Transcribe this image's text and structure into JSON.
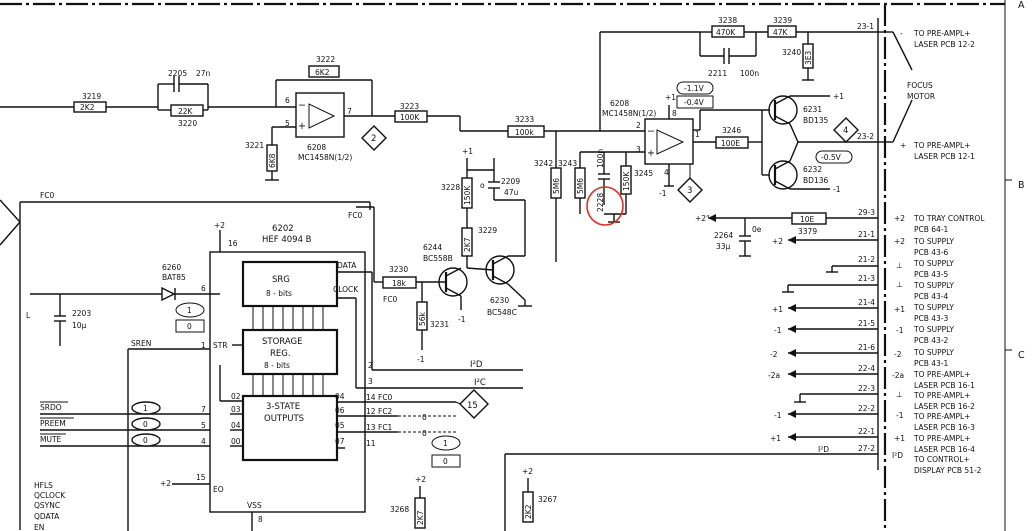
{
  "frame": {
    "right_border_letters": [
      "A",
      "B",
      "C"
    ]
  },
  "resistors": [
    {
      "id": "r3219",
      "ref": "3219",
      "value": "2K2"
    },
    {
      "id": "r3220",
      "ref": "3220",
      "value": "22K"
    },
    {
      "id": "r3222",
      "ref": "3222",
      "value": "6K2"
    },
    {
      "id": "r3221",
      "ref": "3221",
      "value": "6K8"
    },
    {
      "id": "r3223",
      "ref": "3223",
      "value": "100K"
    },
    {
      "id": "r3233",
      "ref": "3233",
      "value": "100k"
    },
    {
      "id": "r3238",
      "ref": "3238",
      "value": "470K"
    },
    {
      "id": "r3239",
      "ref": "3239",
      "value": "47K"
    },
    {
      "id": "r3240",
      "ref": "3240",
      "value": "3E3"
    },
    {
      "id": "r3246",
      "ref": "3246",
      "value": "100E"
    },
    {
      "id": "r3242",
      "ref": "3242",
      "value": "5M6"
    },
    {
      "id": "r3243",
      "ref": "3243",
      "value": "5M6"
    },
    {
      "id": "r3245",
      "ref": "3245",
      "value": "150K"
    },
    {
      "id": "r3228",
      "ref": "3228",
      "value": "150K"
    },
    {
      "id": "r3229",
      "ref": "3229",
      "value": "2K7"
    },
    {
      "id": "r3230",
      "ref": "3230",
      "value": "18k"
    },
    {
      "id": "r3231",
      "ref": "3231",
      "value": "56k"
    },
    {
      "id": "r3379",
      "ref": "3379",
      "value": "10E"
    },
    {
      "id": "r3268",
      "ref": "3268",
      "value": "2K7"
    },
    {
      "id": "r3267",
      "ref": "3267",
      "value": "2K2"
    }
  ],
  "capacitors": [
    {
      "id": "c2205",
      "ref": "2205",
      "value": "27n"
    },
    {
      "id": "c2211",
      "ref": "2211",
      "value": "100n"
    },
    {
      "id": "c2209",
      "ref": "2209",
      "value": "47u"
    },
    {
      "id": "c2228",
      "ref": "2228",
      "value": "100n"
    },
    {
      "id": "c2264",
      "ref": "2264",
      "value": "33µ"
    },
    {
      "id": "c2203",
      "ref": "2203",
      "value": "10µ"
    }
  ],
  "opamps": [
    {
      "id": "u6208a",
      "ref": "6208",
      "part": "MC1458N(1/2)",
      "pin_plus": "5",
      "pin_minus": "6",
      "pin_out": "7"
    },
    {
      "id": "u6208b",
      "ref": "6208",
      "part": "MC1458N(1/2)",
      "pin_plus": "3",
      "pin_minus": "2",
      "pin_out": "1",
      "pin_vp": "8",
      "pin_vn": "4",
      "supply_pos": "+1",
      "supply_neg": "-1"
    }
  ],
  "transistors": [
    {
      "id": "q6231",
      "ref": "6231",
      "part": "BD135",
      "supply": "+1"
    },
    {
      "id": "q6232",
      "ref": "6232",
      "part": "BD136",
      "supply": "-1"
    },
    {
      "id": "q6244",
      "ref": "6244",
      "part": "BC558B"
    },
    {
      "id": "q6230",
      "ref": "6230",
      "part": "BC548C"
    }
  ],
  "diode": {
    "ref": "6260",
    "part": "BAT85"
  },
  "ic6202": {
    "ref": "6202",
    "part": "HEF 4094 B",
    "supply": "+2",
    "supply_pin": "16",
    "srg_title": "SRG",
    "srg_sub": "8 - bits",
    "storage_title": "STORAGE",
    "storage_title2": "REG.",
    "storage_sub": "8 - bits",
    "outputs_title": "3-STATE",
    "outputs_title2": "OUTPUTS",
    "pin_data": "DATA",
    "pin_clock": "CLOCK",
    "pin_str": "STR",
    "pin_eo": "EO",
    "pin_vss": "VSS",
    "pin_num_str": "1",
    "pin_num_eo": "15",
    "pin_num_vss": "8",
    "pin_num_data": "2",
    "pin_num_clock": "3",
    "pin_num_6": "6",
    "left_outputs": [
      {
        "port": "02",
        "pin": ""
      },
      {
        "port": "03",
        "pin": "7"
      },
      {
        "port": "04",
        "pin": "5"
      },
      {
        "port": "00",
        "pin": "4"
      }
    ],
    "right_outputs": [
      {
        "port": "04",
        "pin": "14",
        "net": "FC0"
      },
      {
        "port": "06",
        "pin": "12",
        "net": "FC2"
      },
      {
        "port": "05",
        "pin": "13",
        "net": "FC1"
      },
      {
        "port": "07",
        "pin": "11",
        "net": ""
      }
    ]
  },
  "signals_left": {
    "fc0": "FC0",
    "sren": "SREN",
    "srdo": "SRDO",
    "preem": "PREEM",
    "mute": "MUTE",
    "bus": [
      "HFLS",
      "QCLOCK",
      "QSYNC",
      "QDATA",
      "EN"
    ],
    "l": "L",
    "plus2_eo": "+2"
  },
  "signals_mid": {
    "fc0_box": "FC0",
    "fc0_tran": "FC0",
    "i2d": "I²D",
    "i2c": "I²C",
    "i2d_right": "I²D"
  },
  "logic_levels": [
    {
      "id": "lv_diode",
      "state": "1",
      "reading": "0"
    },
    {
      "id": "lv_srdo",
      "state": "1"
    },
    {
      "id": "lv_preem",
      "state": "0"
    },
    {
      "id": "lv_mute",
      "state": "0"
    },
    {
      "id": "lv_fc",
      "state": "1",
      "reading": "0"
    }
  ],
  "fc_readings": {
    "fc2": "0",
    "fc1": "0"
  },
  "voltages": {
    "v_top1": "-1.1V",
    "v_top2": "-0.4V",
    "v_mid": "-0.5V"
  },
  "test_points": [
    "2",
    "3",
    "4",
    "15"
  ],
  "supply_labels": {
    "plus1_op": "+1",
    "minus1_op": "-1",
    "plus2_left": "+2ˮ",
    "plus2_3379": "+2",
    "minus1_6244": "-1",
    "minus1_3231": "-1",
    "plus1_3228": "+1",
    "plus2_3268": "+2",
    "plus2_3267": "+2"
  },
  "focus_motor": "FOCUS MOTOR",
  "connectors": [
    {
      "conn": "23-1",
      "pol": "-",
      "text": [
        "TO PRE-AMPL+",
        "LASER PCB 12-2"
      ]
    },
    {
      "conn": "23-2",
      "pol": "+",
      "text": [
        "TO PRE-AMPL+",
        "LASER PCB 12-1"
      ]
    },
    {
      "conn": "29-3",
      "pol": "+2",
      "text": [
        "TO TRAY CONTROL",
        "PCB 64-1"
      ]
    },
    {
      "conn": "21-1",
      "pol": "+2",
      "text": [
        "TO SUPPLY",
        "PCB 43-6"
      ],
      "left": "+2"
    },
    {
      "conn": "21-2",
      "pol": "⊥",
      "text": [
        "TO SUPPLY",
        "PCB 43-5"
      ]
    },
    {
      "conn": "21-3",
      "pol": "⊥",
      "text": [
        "TO SUPPLY",
        "PCB 43-4"
      ]
    },
    {
      "conn": "21-4",
      "pol": "+1",
      "text": [
        "TO SUPPLY",
        "PCB 43-3"
      ],
      "left": "+1"
    },
    {
      "conn": "21-5",
      "pol": "-1",
      "text": [
        "TO SUPPLY",
        "PCB 43-2"
      ],
      "left": "-1"
    },
    {
      "conn": "21-6",
      "pol": "-2",
      "text": [
        "TO SUPPLY",
        "PCB 43-1"
      ],
      "left": "-2"
    },
    {
      "conn": "22-4",
      "pol": "-2a",
      "text": [
        "TO PRE-AMPL+",
        "LASER PCB 16-1"
      ],
      "left": "-2a"
    },
    {
      "conn": "22-3",
      "pol": "⊥",
      "text": [
        "TO PRE-AMPL+",
        "LASER PCB 16-2"
      ]
    },
    {
      "conn": "22-2",
      "pol": "-1",
      "text": [
        "TO PRE-AMPL+",
        "LASER PCB 16-3"
      ],
      "left": "-1"
    },
    {
      "conn": "22-1",
      "pol": "+1",
      "text": [
        "TO PRE-AMPL+",
        "LASER PCB 16-4"
      ],
      "left": "+1"
    },
    {
      "conn": "27-2",
      "pol": "I²D",
      "text": [
        "TO CONTROL+",
        "DISPLAY PCB 51-2"
      ],
      "left": "I²D"
    }
  ],
  "colors": {
    "ink": "#111111",
    "highlight": "#d93025",
    "paper": "#ffffff"
  }
}
